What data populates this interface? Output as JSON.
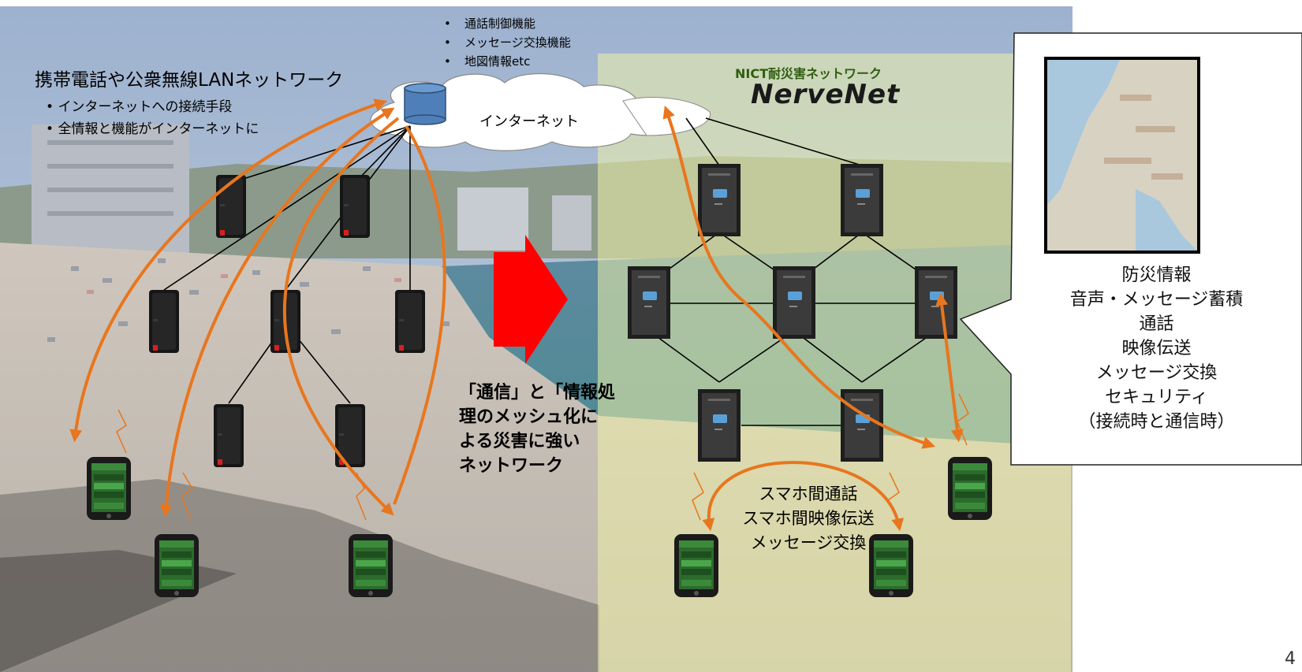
{
  "top_bullets": [
    "通話制御機能",
    "メッセージ交換機能",
    "地図情報etc"
  ],
  "left_network": {
    "title": "携帯電話や公衆無線LANネットワーク",
    "bullets": [
      "インターネットへの接続手段",
      "全情報と機能がインターネットに"
    ]
  },
  "cloud_label": "インターネット",
  "nict": {
    "subtitle": "NICT耐災害ネットワーク",
    "logo": "NerveNet"
  },
  "center_text": [
    "「通信」と「情報処",
    "理のメッシュ化に",
    "よる災害に強い",
    "ネットワーク"
  ],
  "smartphone_functions": [
    "スマホ間通話",
    "スマホ間映像伝送",
    "メッセージ交換"
  ],
  "callout_items": [
    "防災情報",
    "音声・メッセージ蓄積",
    "通話",
    "映像伝送",
    "メッセージ交換",
    "セキュリティ",
    "（接続時と通信時）"
  ],
  "page_number": "4",
  "colors": {
    "arrow": "#e8761e",
    "overlay": "#eef0a8",
    "red_arrow": "#ff0000",
    "logo": "#1a1a1a",
    "subtitle": "#2f5e10"
  }
}
